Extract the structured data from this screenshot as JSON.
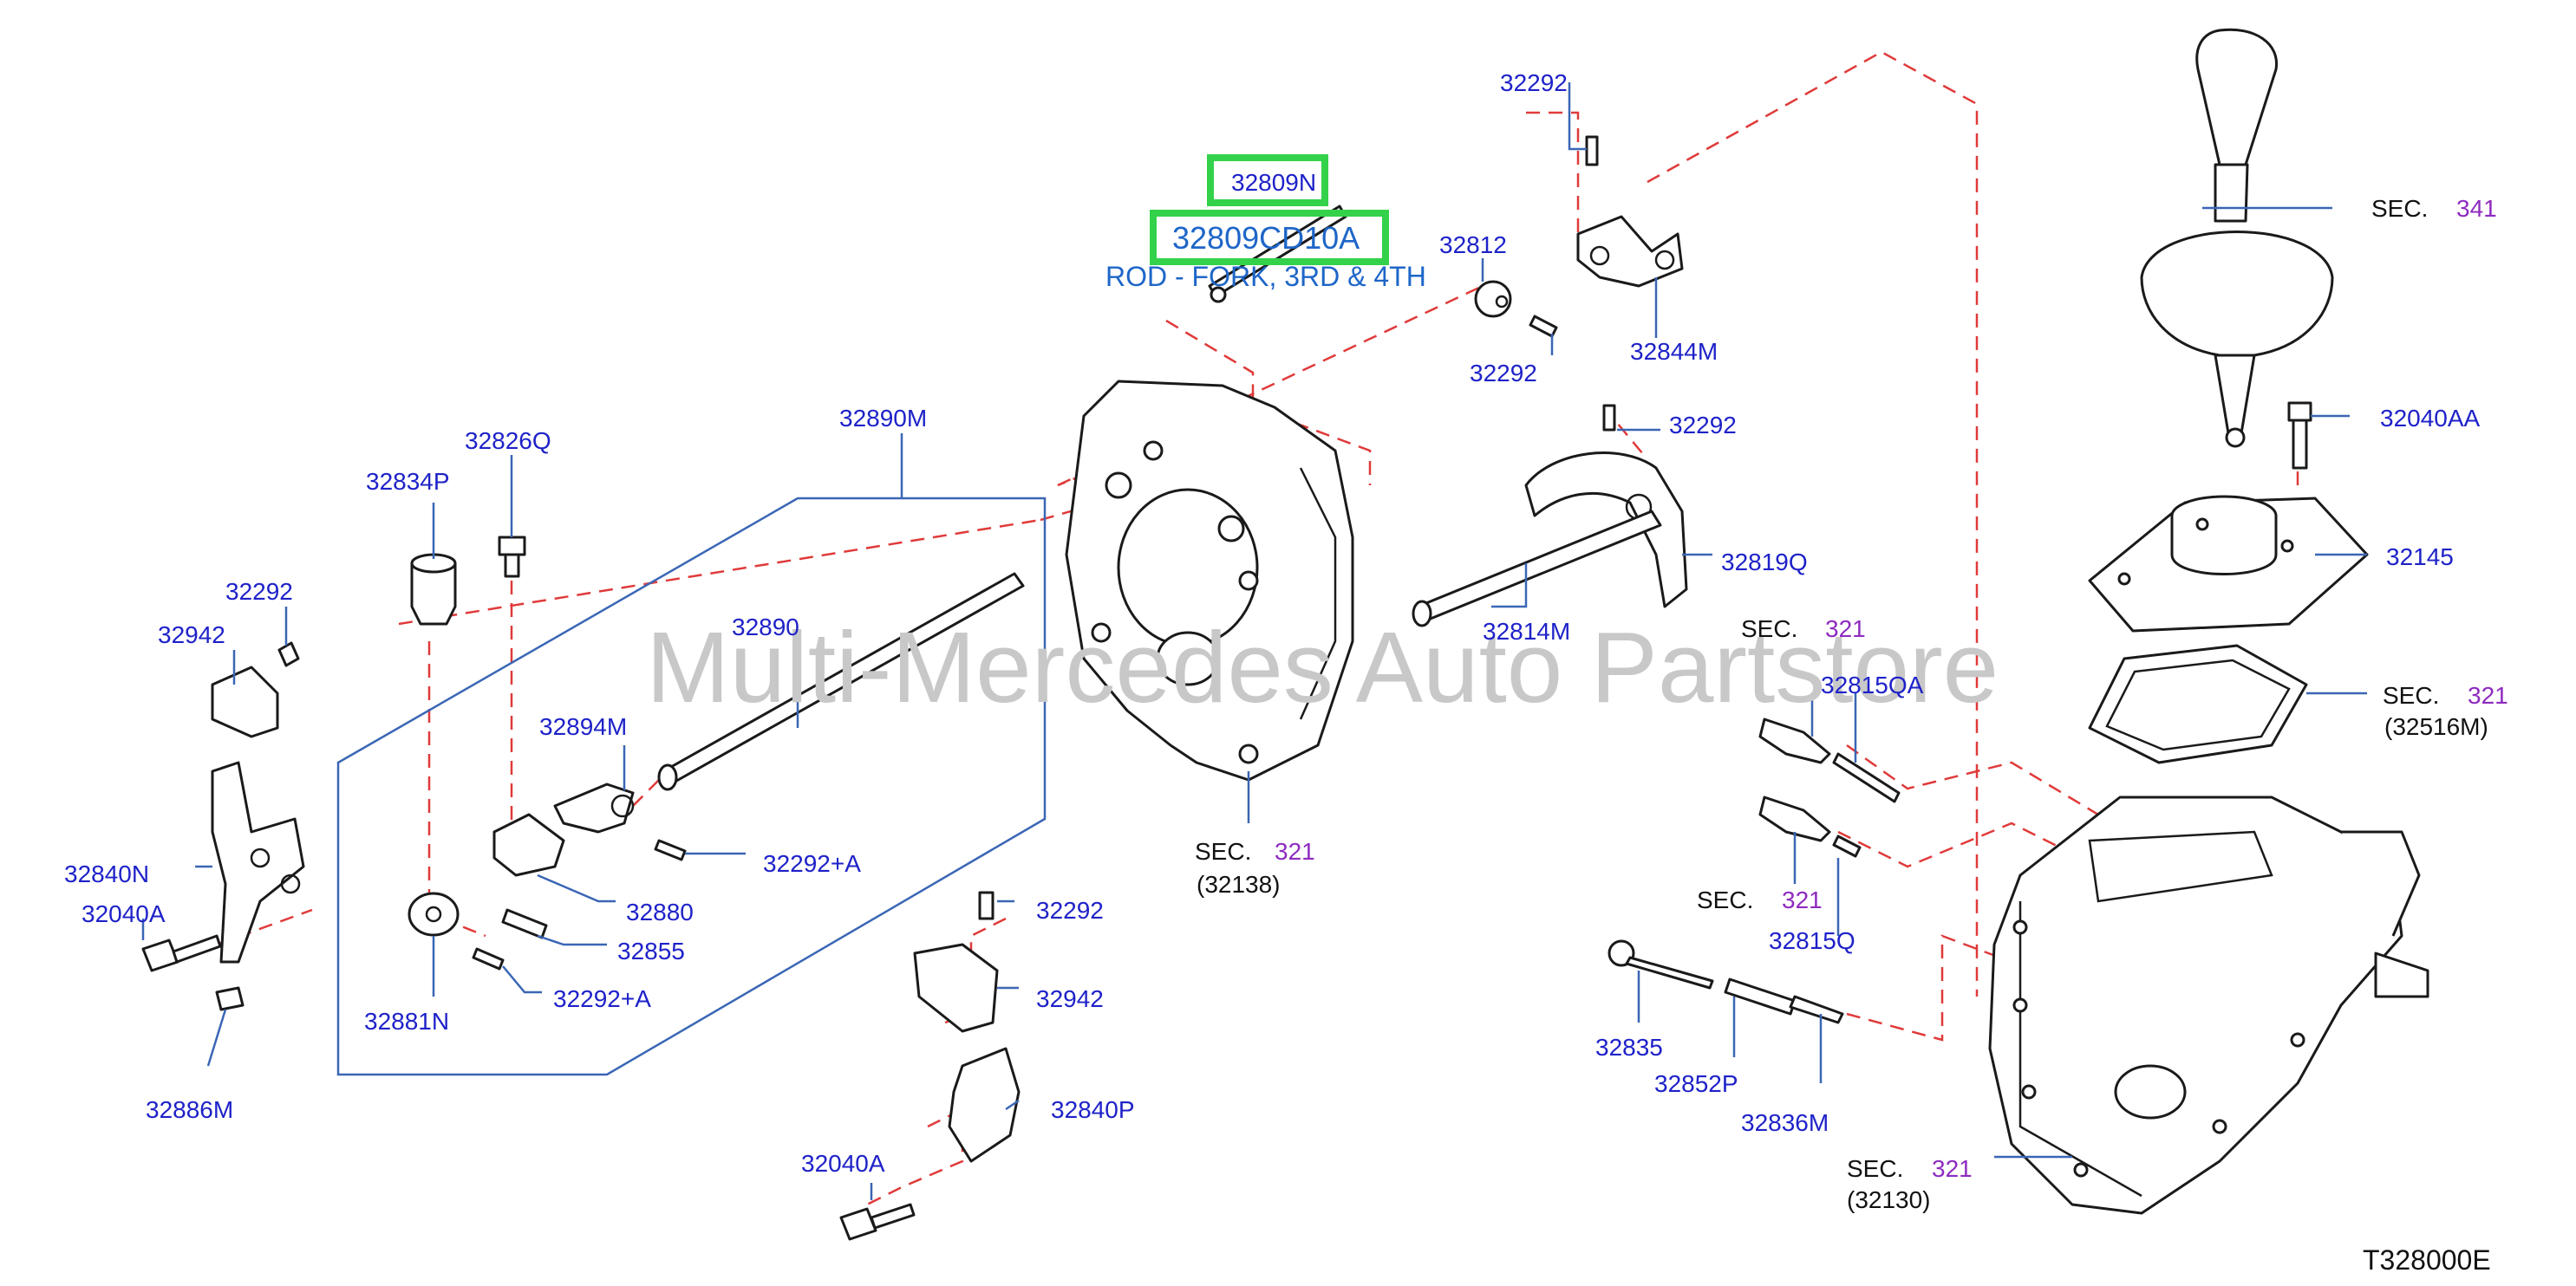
{
  "colors": {
    "label": "#1e22c8",
    "sec_number": "#8e2bbf",
    "dash": "#e03a3a",
    "leader": "#3a66b5",
    "highlight": "#33d24a",
    "highlight_text": "#1e66c8",
    "watermark": "#c8c8c8",
    "part_stroke": "#1a1a1a"
  },
  "highlight": {
    "code_small": "32809N",
    "code_large": "32809CD10A",
    "description": "ROD - FORK, 3RD & 4TH"
  },
  "watermark": "Multi-Mercedes Auto Partstore",
  "diagram_code": "T328000E",
  "labels": {
    "l32292_a": "32292",
    "l32812": "32812",
    "l32292_b": "32292",
    "l32844M": "32844M",
    "l32890M": "32890M",
    "l32826Q": "32826Q",
    "l32834P": "32834P",
    "l32292_c": "32292",
    "l32942_a": "32942",
    "l32890": "32890",
    "l32894M": "32894M",
    "l32292A_a": "32292+A",
    "l32880": "32880",
    "l32855": "32855",
    "l32292A_b": "32292+A",
    "l32881N": "32881N",
    "l32840N": "32840N",
    "l32040A_a": "32040A",
    "l32886M": "32886M",
    "l32292_d": "32292",
    "l32942_b": "32942",
    "l32840P": "32840P",
    "l32040A_b": "32040A",
    "l32292_e": "32292",
    "l32819Q": "32819Q",
    "l32814M": "32814M",
    "l32815QA": "32815QA",
    "l32815Q": "32815Q",
    "l32835": "32835",
    "l32852P": "32852P",
    "l32836M": "32836M",
    "l32040AA": "32040AA",
    "l32145": "32145"
  },
  "sections": {
    "sec_341": {
      "prefix": "SEC.",
      "number": "341",
      "sub": ""
    },
    "sec_321_1": {
      "prefix": "SEC.",
      "number": "321",
      "sub": ""
    },
    "sec_321_2": {
      "prefix": "SEC.",
      "number": "321",
      "sub": "(32516M)"
    },
    "sec_321_3": {
      "prefix": "SEC.",
      "number": "321",
      "sub": "(32138)"
    },
    "sec_321_4": {
      "prefix": "SEC.",
      "number": "321",
      "sub": ""
    },
    "sec_321_5": {
      "prefix": "SEC.",
      "number": "321",
      "sub": "(32130)"
    }
  }
}
